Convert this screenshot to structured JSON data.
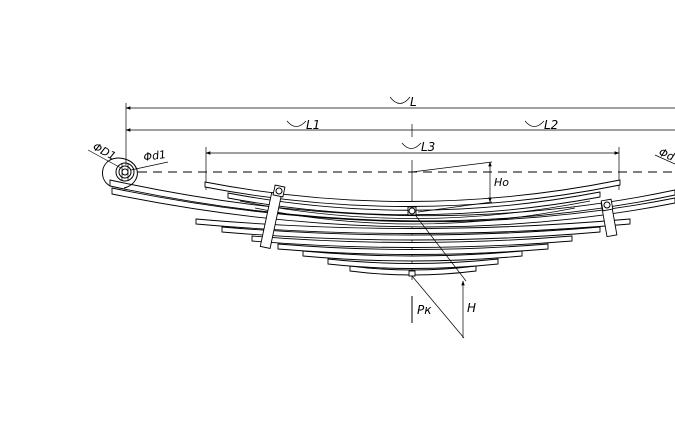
{
  "labels": {
    "L": "L",
    "L1": "L1",
    "L2": "L2",
    "L3": "L3",
    "D1": "ΦD1",
    "d1": "Φd1",
    "d_right": "Φd",
    "H0": "Ho",
    "H": "H",
    "Pk": "Pк"
  },
  "colors": {
    "line": "#000000",
    "background": "#ffffff"
  }
}
